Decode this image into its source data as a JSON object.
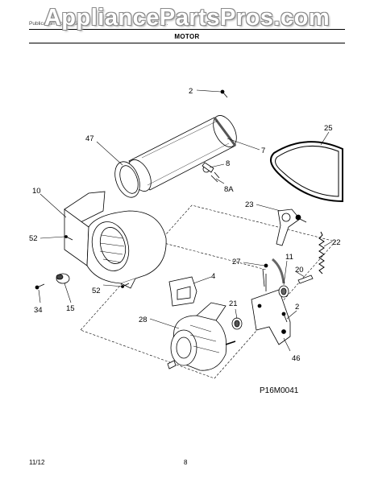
{
  "watermark": "AppliancePartsPros.com",
  "header": {
    "left_text": "Publication No. 5995...",
    "right_text": "..."
  },
  "section_title": "MOTOR",
  "callouts": {
    "c2_top": "2",
    "c47": "47",
    "c7": "7",
    "c8": "8",
    "c8a": "8A",
    "c25": "25",
    "c10": "10",
    "c23": "23",
    "c52_top": "52",
    "c22": "22",
    "c27": "27",
    "c11": "11",
    "c20": "20",
    "c4": "4",
    "c34": "34",
    "c15": "15",
    "c52_bottom": "52",
    "c21": "21",
    "c2_bottom": "2",
    "c28": "28",
    "c46": "46"
  },
  "diagram_code": "P16M0041",
  "footer": {
    "date": "11/12",
    "page_number": "8"
  }
}
